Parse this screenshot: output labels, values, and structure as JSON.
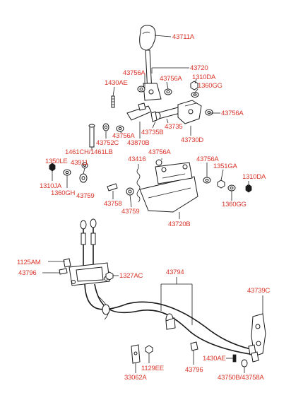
{
  "labels": {
    "p43711A": "43711A",
    "p43720": "43720",
    "p43756A_1": "43756A",
    "p43756A_2": "43756A",
    "p1310DA_1": "1310DA",
    "p1360GG_1": "1360GG",
    "p1430AE_1": "1430AE",
    "p43756A_3": "43756A",
    "p43735": "43735",
    "p43735B": "43735B",
    "p43870B": "43870B",
    "p43756A_4": "43756A",
    "p43752C": "43752C",
    "p43730D": "43730D",
    "p1461CH_1461LB": "1461CH/1461LB",
    "p1350LE": "1350LE",
    "p43911": "43911",
    "p43416": "43416",
    "p43756A_5": "43756A",
    "p43756A_6": "43756A",
    "p1351GA": "1351GA",
    "p1310DA_2": "1310DA",
    "p1310JA": "1310JA",
    "p1360GH": "1360GH",
    "p43759_1": "43759",
    "p43758": "43758",
    "p43759_2": "43759",
    "p1360GG_2": "1360GG",
    "p43720B": "43720B",
    "p1125AM": "1125AM",
    "p43796_1": "43796",
    "p1327AC": "1327AC",
    "p43794": "43794",
    "p43739C": "43739C",
    "p1430AE_2": "1430AE",
    "p33062A": "33062A",
    "p1129EE": "1129EE",
    "p43796_2": "43796",
    "p43750B_43758A": "43750B/43758A"
  },
  "colors": {
    "label": "#d9352a",
    "line": "#1a1a1a",
    "background": "#ffffff"
  }
}
